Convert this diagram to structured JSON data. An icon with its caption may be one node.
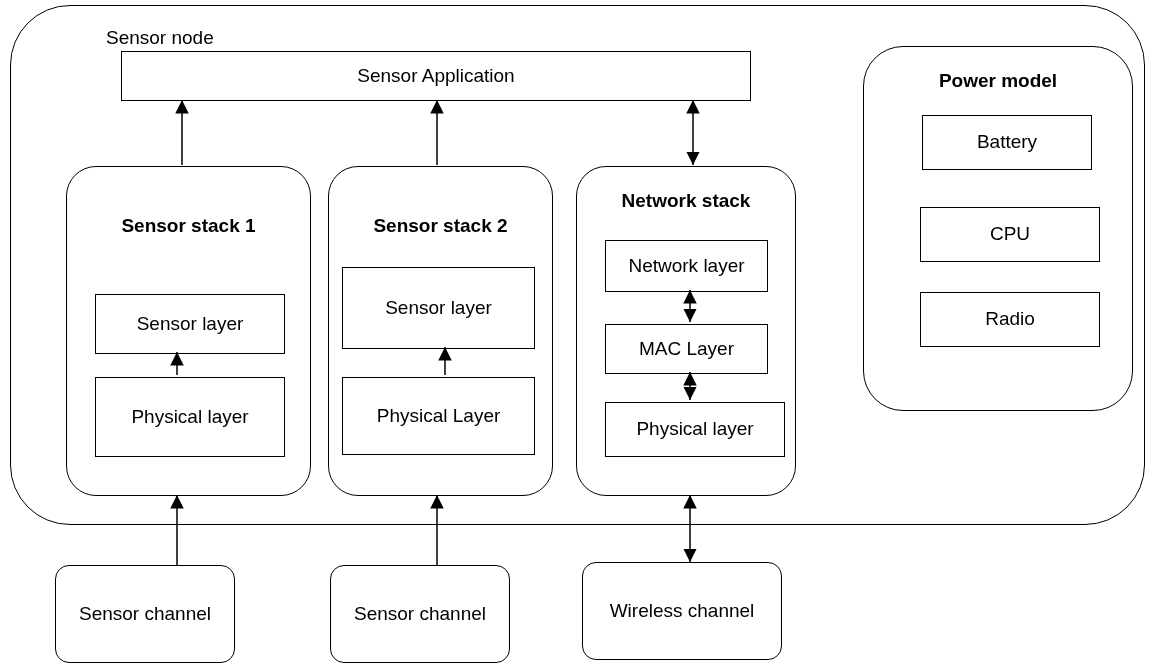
{
  "diagram": {
    "nodes": [
      {
        "text": [
          "Sensor node"
        ]
      },
      {
        "text": [
          "Sensor Application"
        ],
        "in": 0
      },
      {
        "text": [
          "Sensor stack 1"
        ],
        "in": 0
      },
      {
        "text": [
          "Sensor layer"
        ],
        "in": 2
      },
      {
        "text": [
          "Physical layer"
        ],
        "in": 2
      },
      {
        "text": [
          "Sensor stack 2"
        ],
        "in": 0
      },
      {
        "text": [
          "Sensor layer"
        ],
        "in": 5
      },
      {
        "text": [
          "Physical Layer"
        ],
        "in": 5
      },
      {
        "text": [
          "Network stack"
        ],
        "in": 0
      },
      {
        "text": [
          "Network layer"
        ],
        "in": 8
      },
      {
        "text": [
          "MAC Layer"
        ],
        "in": 8
      },
      {
        "text": [
          "Physical layer"
        ],
        "in": 8
      },
      {
        "text": [
          "Power model"
        ],
        "in": 0
      },
      {
        "text": [
          "Battery"
        ],
        "in": 12
      },
      {
        "text": [
          "CPU"
        ],
        "in": 12
      },
      {
        "text": [
          "Radio"
        ],
        "in": 12
      },
      {
        "text": [
          "Sensor channel"
        ]
      },
      {
        "text": [
          "Sensor channel"
        ]
      },
      {
        "text": [
          "Wireless channel"
        ]
      }
    ],
    "edges": [
      {
        "from": 2,
        "to": 1,
        "arrow": "to"
      },
      {
        "from": 5,
        "to": 1,
        "arrow": "to"
      },
      {
        "from": 8,
        "to": 1,
        "arrow": "both"
      },
      {
        "from": 4,
        "to": 3,
        "arrow": "to"
      },
      {
        "from": 7,
        "to": 6,
        "arrow": "to"
      },
      {
        "from": 9,
        "to": 10,
        "arrow": "both"
      },
      {
        "from": 10,
        "to": 11,
        "arrow": "both"
      },
      {
        "from": 16,
        "to": 2,
        "arrow": "to"
      },
      {
        "from": 17,
        "to": 5,
        "arrow": "to"
      },
      {
        "from": 18,
        "to": 8,
        "arrow": "both"
      }
    ]
  }
}
